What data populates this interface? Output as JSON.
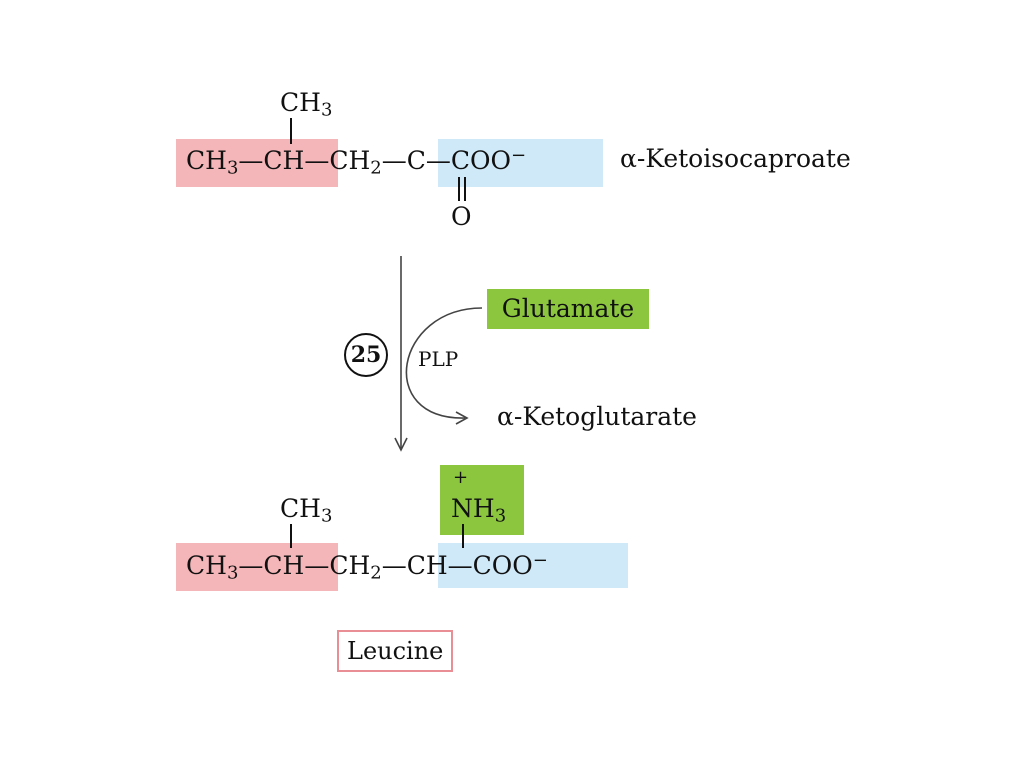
{
  "reactant": {
    "branch_ch3": "CH",
    "branch_ch3_sub": "3",
    "ch3_left": "CH",
    "ch3_left_sub": "3",
    "dash1": "—",
    "ch": "CH",
    "dash2": "—",
    "ch2": "CH",
    "ch2_sub": "2",
    "dash3": "—",
    "c": "C",
    "dash4": "—",
    "coo": "COO",
    "coo_charge": "−",
    "keto_o": "O",
    "name": "α-Ketoisocaproate"
  },
  "reaction": {
    "step_number": "25",
    "cofactor": "PLP",
    "input": "Glutamate",
    "output": "α-Ketoglutarate"
  },
  "product": {
    "branch_ch3": "CH",
    "branch_ch3_sub": "3",
    "ch3_left": "CH",
    "ch3_left_sub": "3",
    "dash1": "—",
    "ch": "CH",
    "dash2": "—",
    "ch2": "CH",
    "ch2_sub": "2",
    "dash3": "—",
    "ch_alpha": "CH",
    "dash4": "—",
    "coo": "COO",
    "coo_charge": "−",
    "amino_charge": "+",
    "amino": "NH",
    "amino_sub": "3",
    "name": "Leucine"
  },
  "colors": {
    "isopropyl_highlight": "#f4b6b9",
    "carboxyl_highlight": "#cfe9f8",
    "amino_highlight": "#8cc63f",
    "leucine_border": "#e88e94"
  }
}
